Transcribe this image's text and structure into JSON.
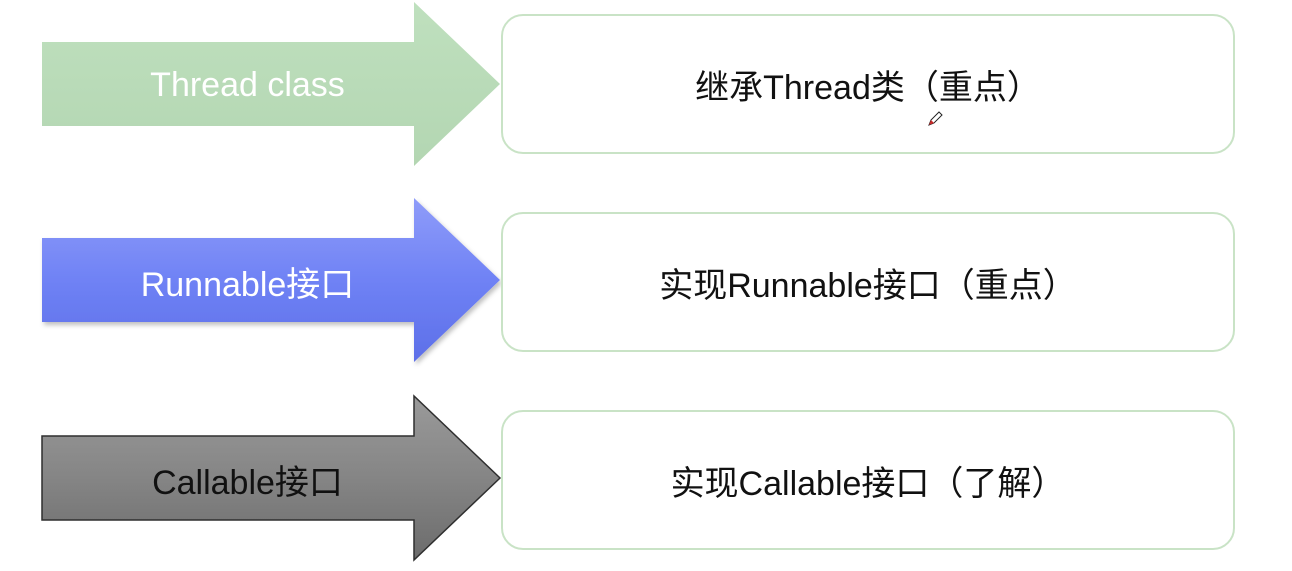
{
  "rows": [
    {
      "arrow_label": "Thread  class",
      "box_text": "继承Thread类（重点）",
      "arrow_color": "#b9dbb8"
    },
    {
      "arrow_label": "Runnable接口",
      "box_text": "实现Runnable接口（重点）",
      "arrow_color": "#6d7ff4"
    },
    {
      "arrow_label": "Callable接口",
      "box_text": "实现Callable接口（了解）",
      "arrow_color": "#888888"
    }
  ],
  "colors": {
    "box_border": "#c9e3c6",
    "box_background": "#ffffff",
    "text_dark": "#111111",
    "text_light": "#ffffff"
  },
  "icons": {
    "cursor": "pen-cursor-icon"
  }
}
